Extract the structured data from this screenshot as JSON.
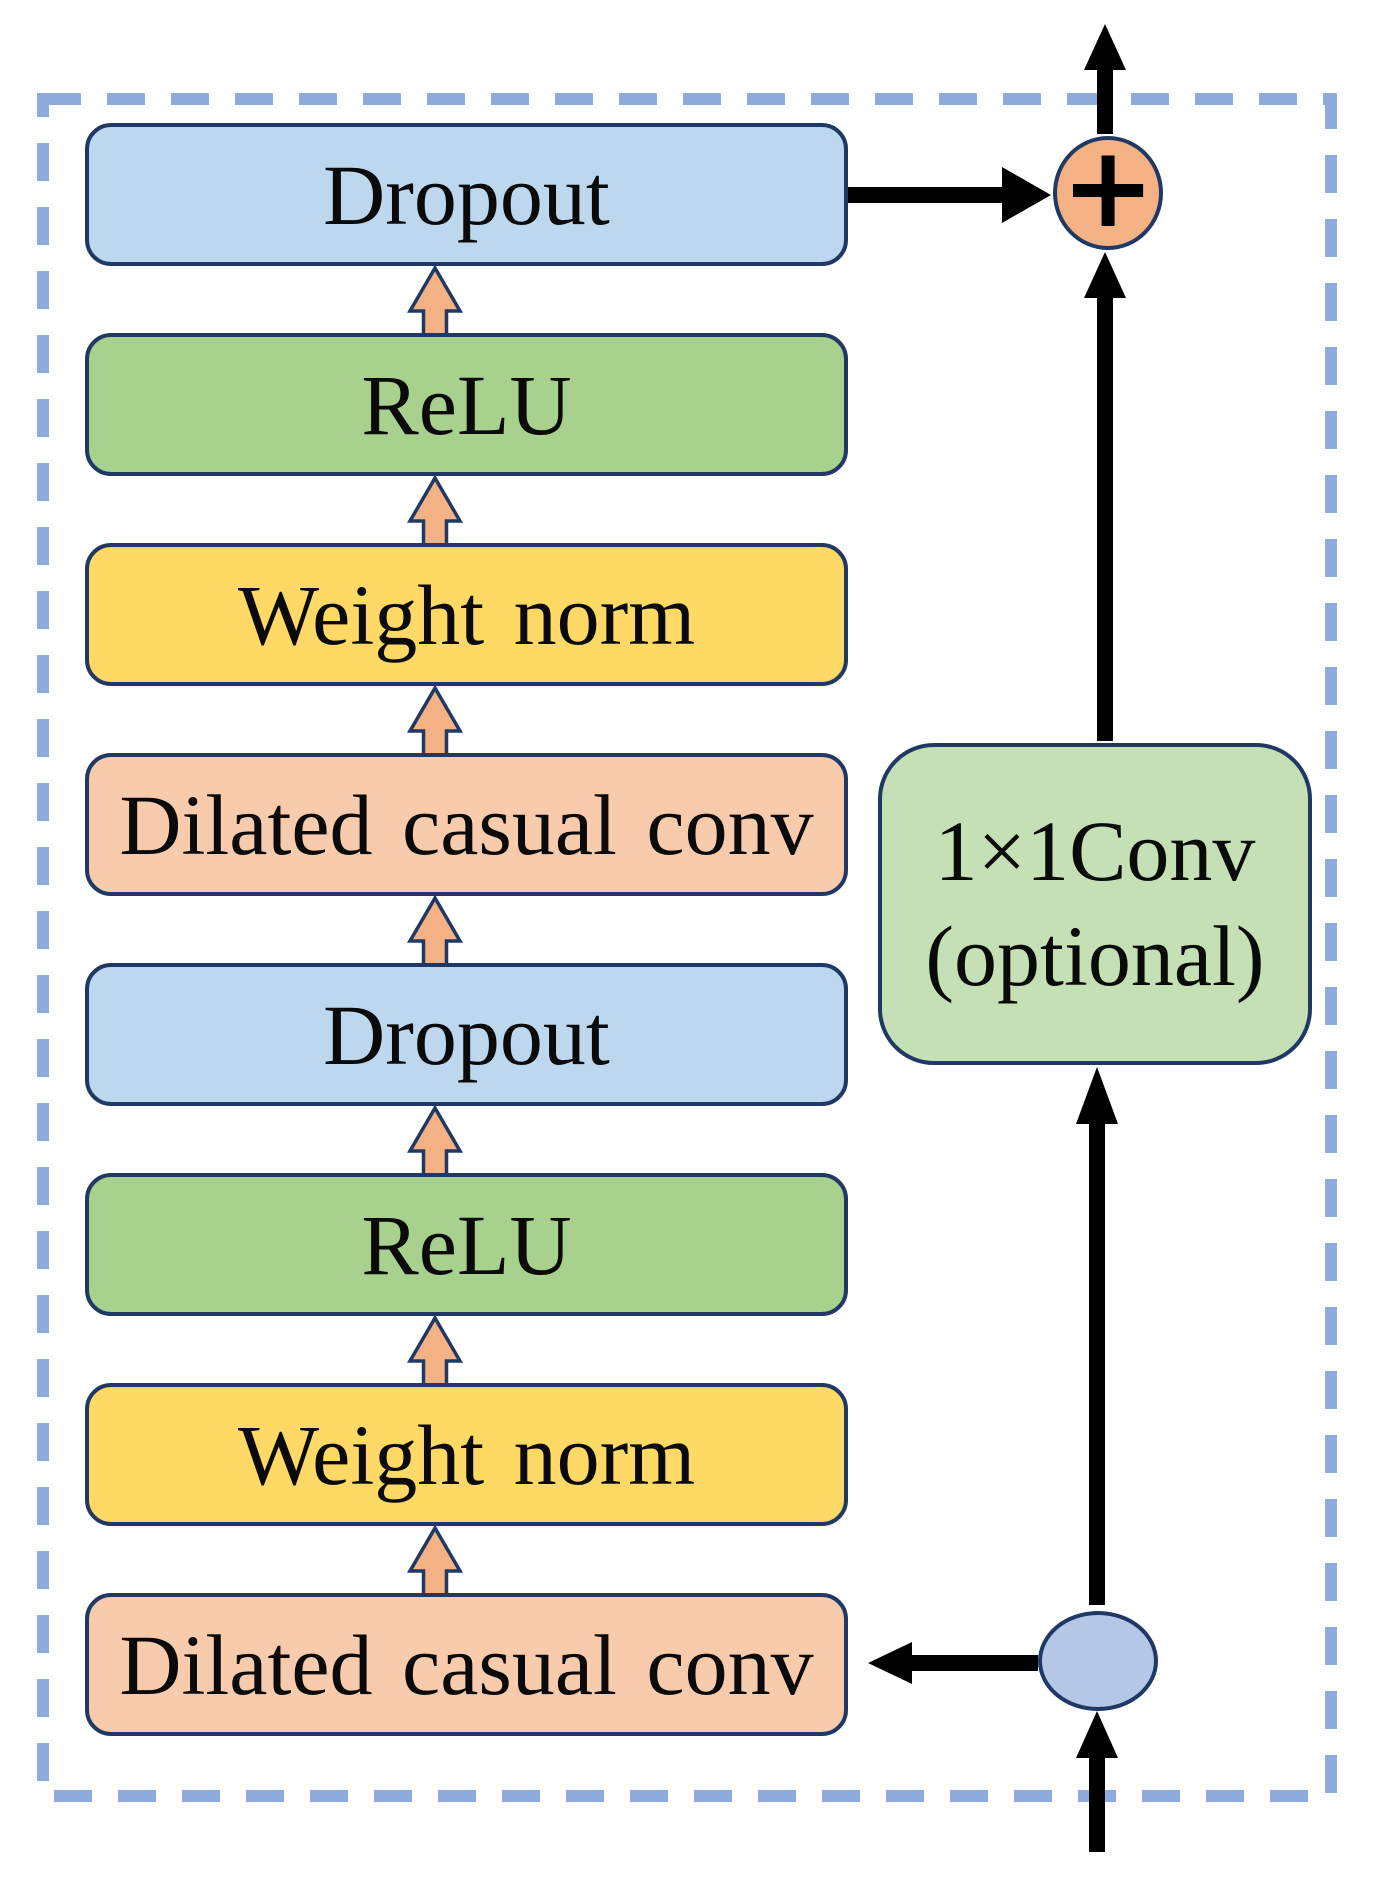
{
  "diagram": {
    "kind": "tcn-residual-block",
    "stack": [
      {
        "label": "Dropout",
        "color": "#BDD7EE"
      },
      {
        "label": "ReLU",
        "color": "#A9D18E"
      },
      {
        "label": "Weight norm",
        "color": "#FFD966"
      },
      {
        "label": "Dilated casual conv",
        "color": "#F8CBAD"
      },
      {
        "label": "Dropout",
        "color": "#BDD7EE"
      },
      {
        "label": "ReLU",
        "color": "#A9D18E"
      },
      {
        "label": "Weight norm",
        "color": "#FFD966"
      },
      {
        "label": "Dilated casual conv",
        "color": "#F8CBAD"
      }
    ],
    "side_box": {
      "line1": "1×1Conv",
      "line2": "(optional)",
      "color": "#C5E0B4"
    },
    "sum_node": {
      "symbol": "+",
      "color": "#F4B183"
    },
    "junction_node": {
      "color": "#B4C7E7"
    },
    "colors": {
      "box_border": "#1F3864",
      "dashed_frame": "#8FAADC",
      "flow_arrow_fill": "#F4B183",
      "connector": "#000000"
    }
  }
}
